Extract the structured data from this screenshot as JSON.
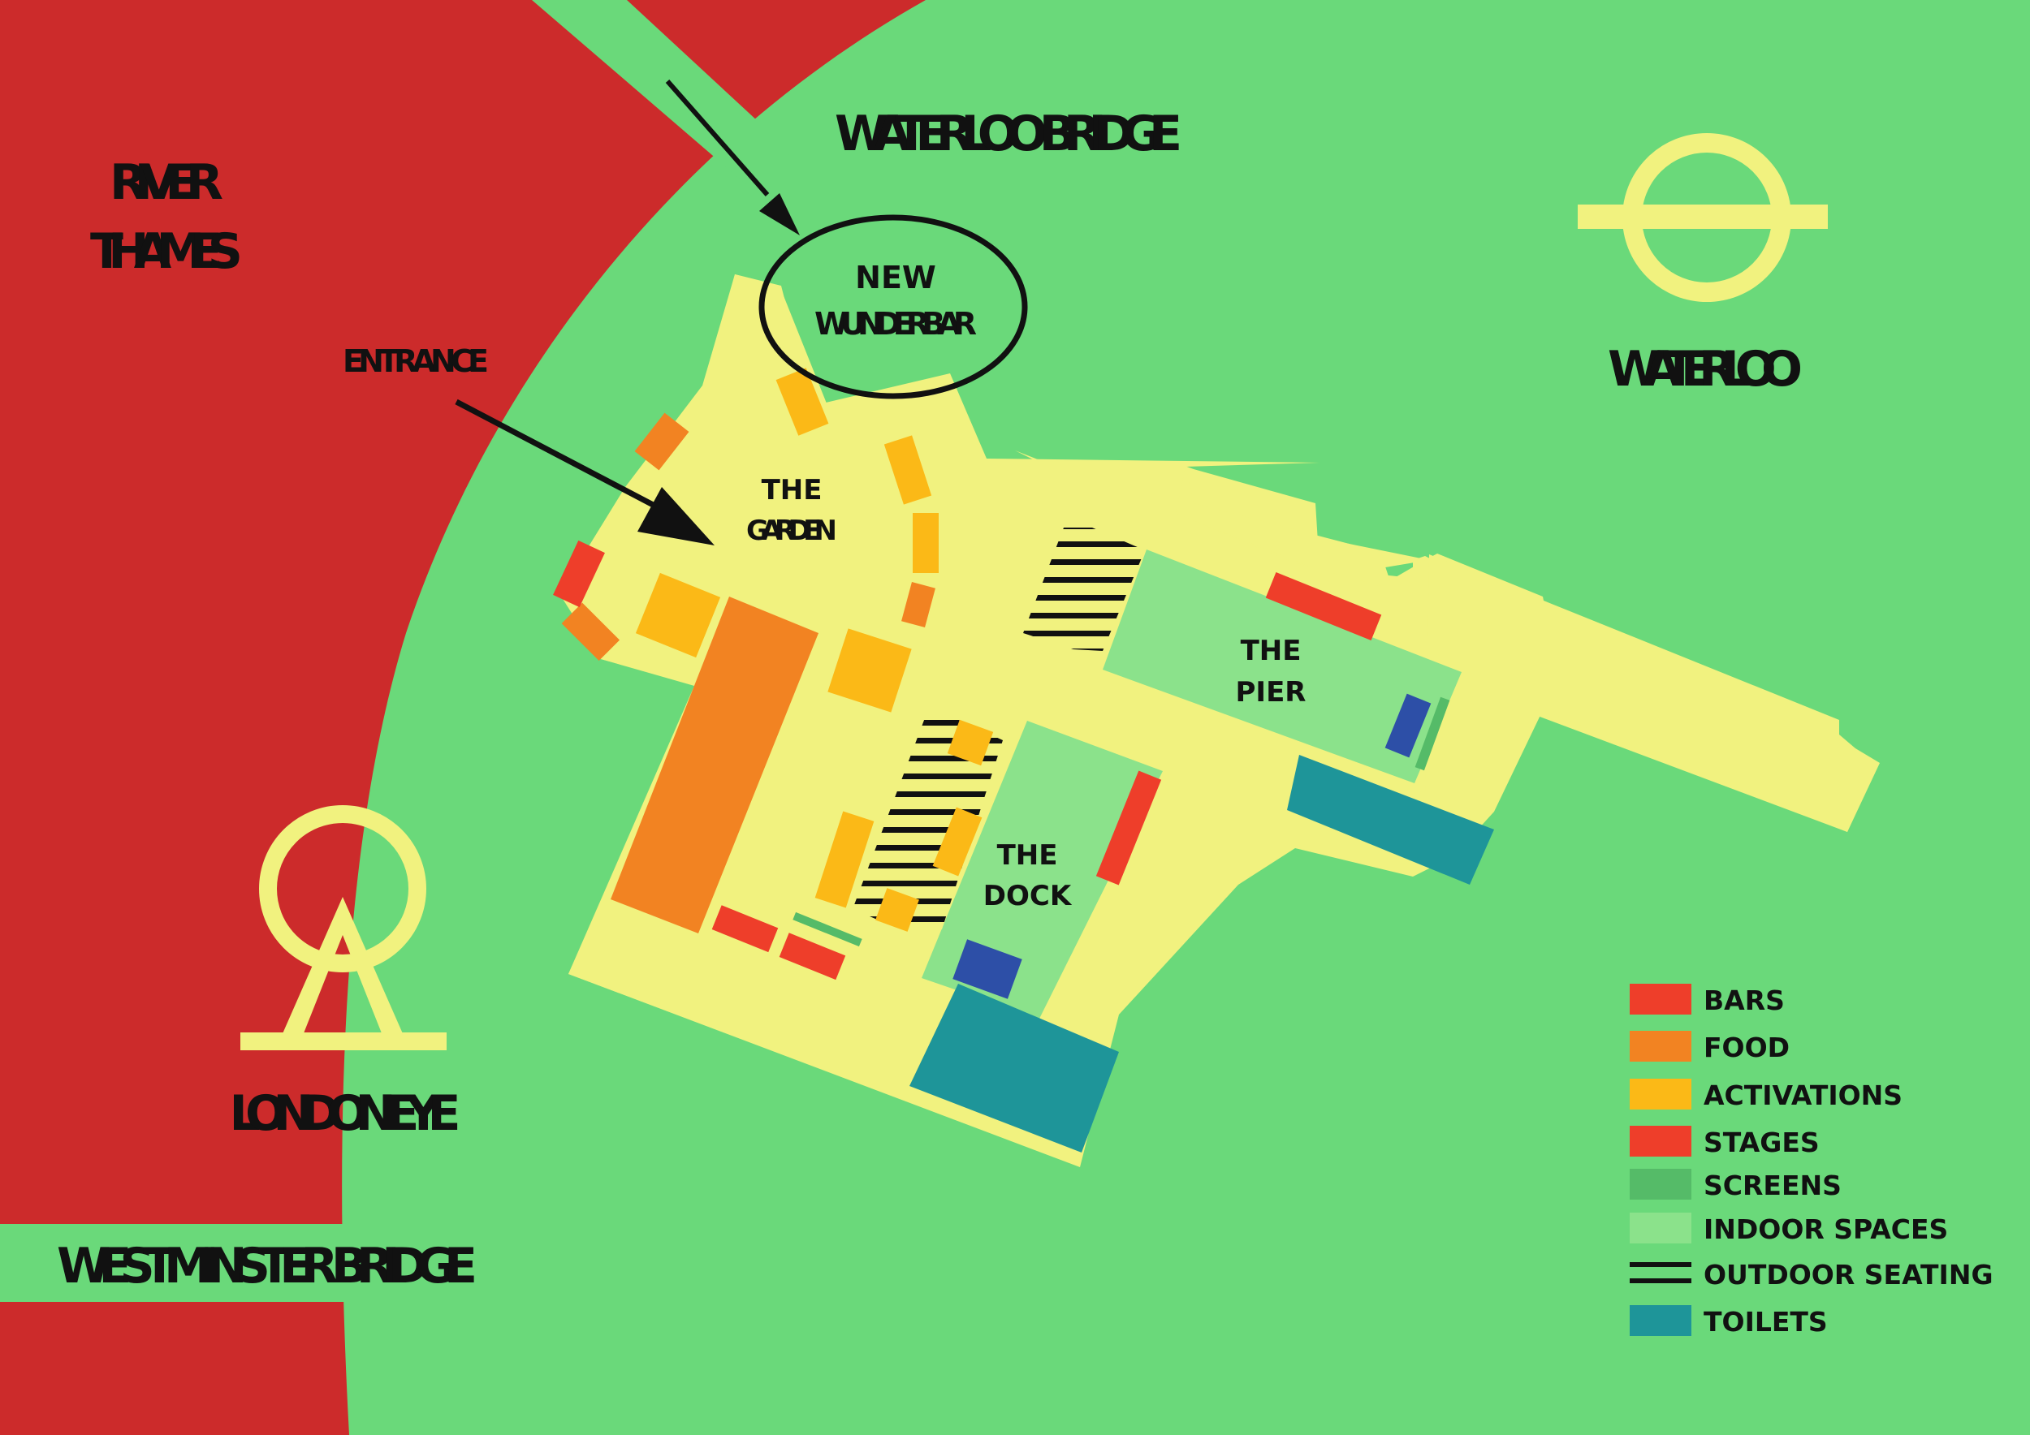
{
  "map": {
    "labels": {
      "river": [
        "RIVER",
        "THAMES"
      ],
      "waterloo_bridge": "WATERLOO BRIDGE",
      "waterloo": "WATERLOO",
      "new_wunderbar": [
        "NEW",
        "WUNDERBAR"
      ],
      "entrance": "ENTRANCE",
      "the_garden": [
        "THE",
        "GARDEN"
      ],
      "the_pier": [
        "THE",
        "PIER"
      ],
      "the_dock": [
        "THE",
        "DOCK"
      ],
      "london_eye": "LONDON EYE",
      "westminster_bridge": "WESTMINSTER BRIDGE"
    },
    "icons": {
      "waterloo": "underground-roundel-icon",
      "london_eye": "ferris-wheel-icon"
    },
    "colors": {
      "river": "#cc2b2b",
      "land": "#6ad97a",
      "site": "#f1f27f",
      "bars": "#ee3e2a",
      "food": "#f28322",
      "activations": "#fbb917",
      "stages": "#ee3e2a",
      "screens": "#55bb68",
      "indoor_spaces": "#8be28b",
      "toilets": "#1e9599",
      "toilet_blocks": "#2d4fa7",
      "icon": "#f1f27f"
    }
  },
  "legend": {
    "items": [
      {
        "label": "BARS",
        "color": "#ee3e2a",
        "kind": "swatch"
      },
      {
        "label": "FOOD",
        "color": "#f28322",
        "kind": "swatch"
      },
      {
        "label": "ACTIVATIONS",
        "color": "#fbb917",
        "kind": "swatch"
      },
      {
        "label": "STAGES",
        "color": "#ee3e2a",
        "kind": "swatch"
      },
      {
        "label": "SCREENS",
        "color": "#55bb68",
        "kind": "swatch"
      },
      {
        "label": "INDOOR SPACES",
        "color": "#8be28b",
        "kind": "swatch"
      },
      {
        "label": "OUTDOOR SEATING",
        "color": "#111111",
        "kind": "hatch"
      },
      {
        "label": "TOILETS",
        "color": "#1e9599",
        "kind": "swatch"
      }
    ]
  }
}
